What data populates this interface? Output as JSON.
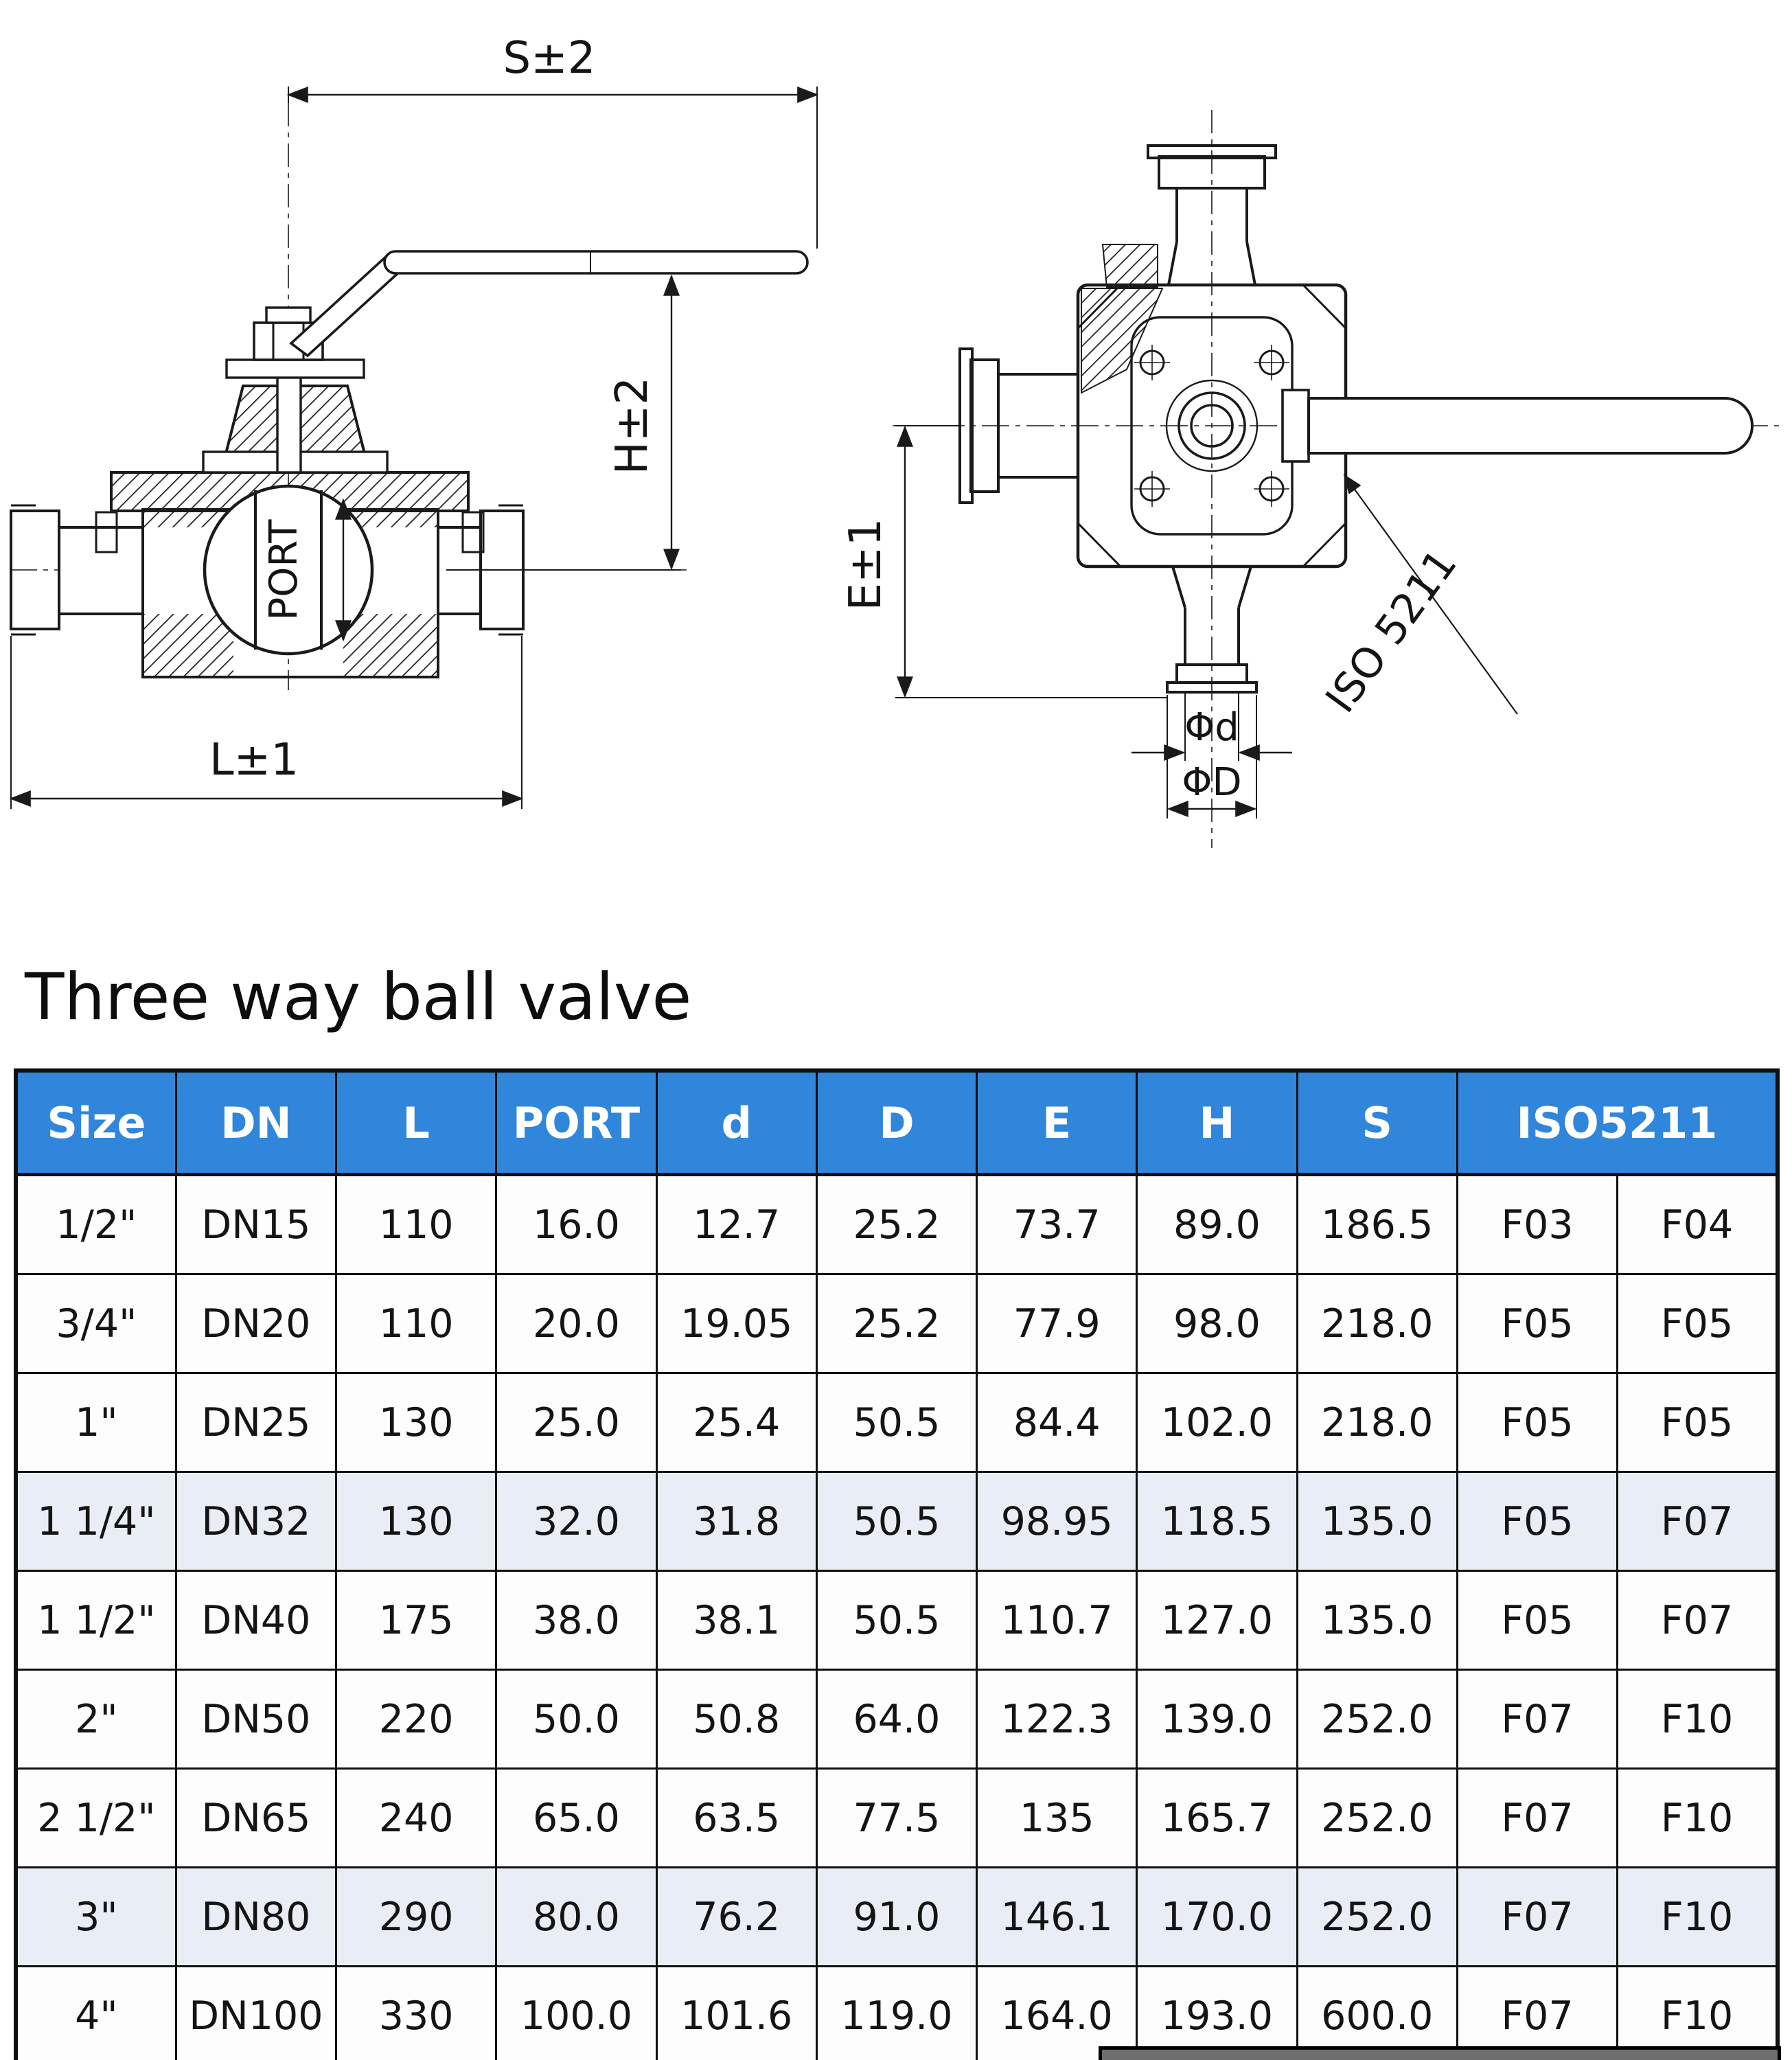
{
  "title": "Three way ball valve",
  "drawing_labels": {
    "s_dim": "S±2",
    "h_dim": "H±2",
    "l_dim": "L±1",
    "port": "PORT",
    "e_dim": "E±1",
    "phi_d_small": "Φd",
    "phi_d_big": "ΦD",
    "iso": "ISO 5211"
  },
  "table": {
    "headers": [
      "Size",
      "DN",
      "L",
      "PORT",
      "d",
      "D",
      "E",
      "H",
      "S",
      "ISO5211"
    ],
    "iso_colspan": 2,
    "rows": [
      [
        "1/2\"",
        "DN15",
        "110",
        "16.0",
        "12.7",
        "25.2",
        "73.7",
        "89.0",
        "186.5",
        "F03",
        "F04"
      ],
      [
        "3/4\"",
        "DN20",
        "110",
        "20.0",
        "19.05",
        "25.2",
        "77.9",
        "98.0",
        "218.0",
        "F05",
        "F05"
      ],
      [
        "1\"",
        "DN25",
        "130",
        "25.0",
        "25.4",
        "50.5",
        "84.4",
        "102.0",
        "218.0",
        "F05",
        "F05"
      ],
      [
        "1 1/4\"",
        "DN32",
        "130",
        "32.0",
        "31.8",
        "50.5",
        "98.95",
        "118.5",
        "135.0",
        "F05",
        "F07"
      ],
      [
        "1 1/2\"",
        "DN40",
        "175",
        "38.0",
        "38.1",
        "50.5",
        "110.7",
        "127.0",
        "135.0",
        "F05",
        "F07"
      ],
      [
        "2\"",
        "DN50",
        "220",
        "50.0",
        "50.8",
        "64.0",
        "122.3",
        "139.0",
        "252.0",
        "F07",
        "F10"
      ],
      [
        "2 1/2\"",
        "DN65",
        "240",
        "65.0",
        "63.5",
        "77.5",
        "135",
        "165.7",
        "252.0",
        "F07",
        "F10"
      ],
      [
        "3\"",
        "DN80",
        "290",
        "80.0",
        "76.2",
        "91.0",
        "146.1",
        "170.0",
        "252.0",
        "F07",
        "F10"
      ],
      [
        "4\"",
        "DN100",
        "330",
        "100.0",
        "101.6",
        "119.0",
        "164.0",
        "193.0",
        "600.0",
        "F07",
        "F10"
      ]
    ],
    "highlighted_row_indices": [
      3,
      7
    ]
  },
  "colors": {
    "header_bg": "#2f86da",
    "header_text": "#ffffff",
    "row_tint": "#e9eef6",
    "border": "#101010",
    "line_art": "#1a1a1a"
  }
}
